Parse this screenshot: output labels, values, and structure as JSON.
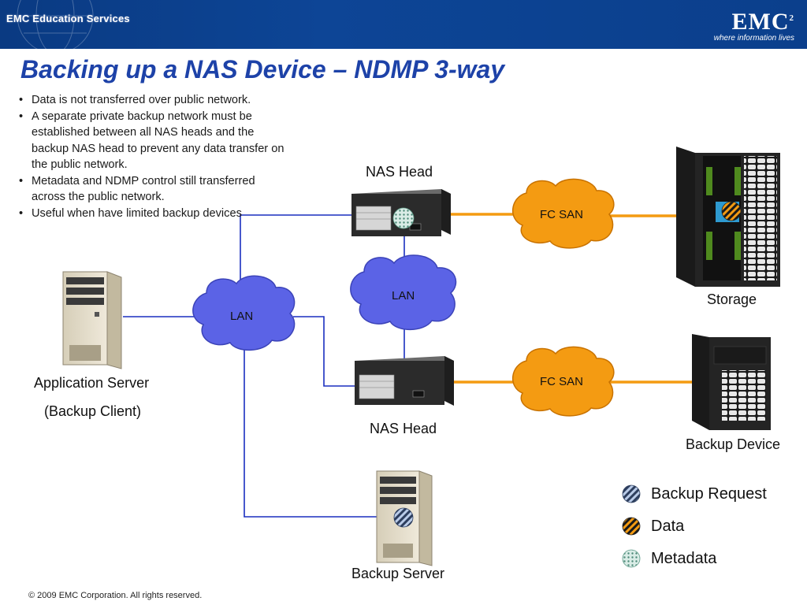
{
  "header": {
    "brand": "EMC Education Services",
    "logo": "EMC",
    "logo_sup": "2",
    "tagline": "where information lives"
  },
  "slide": {
    "title": "Backing up a NAS Device – NDMP 3-way",
    "bullets": [
      "Data is not transferred over public network.",
      "A separate private backup network must be established between all NAS heads and the backup NAS head to prevent any data transfer on the public network.",
      "Metadata and NDMP control still transferred across the public network.",
      "Useful when have limited backup devices"
    ]
  },
  "diagram": {
    "nas_head_top": "NAS Head",
    "nas_head_bottom": "NAS Head",
    "fc_san_top": "FC SAN",
    "fc_san_bottom": "FC SAN",
    "lan_center": "LAN",
    "lan_left": "LAN",
    "storage": "Storage",
    "backup_device": "Backup Device",
    "app_server": "Application Server",
    "app_server_sub": "(Backup Client)",
    "backup_server": "Backup Server"
  },
  "legend": [
    {
      "label": "Backup Request",
      "icon": "backup-request-icon"
    },
    {
      "label": "Data",
      "icon": "data-icon"
    },
    {
      "label": "Metadata",
      "icon": "metadata-icon"
    }
  ],
  "colors": {
    "header": "#0d4596",
    "title": "#1d42a8",
    "lan_cloud": "#5b63e6",
    "fc_san_cloud": "#f49b12",
    "network_line": "#1a2fbf",
    "san_line": "#f49b12"
  },
  "footer": "© 2009 EMC Corporation. All rights reserved."
}
